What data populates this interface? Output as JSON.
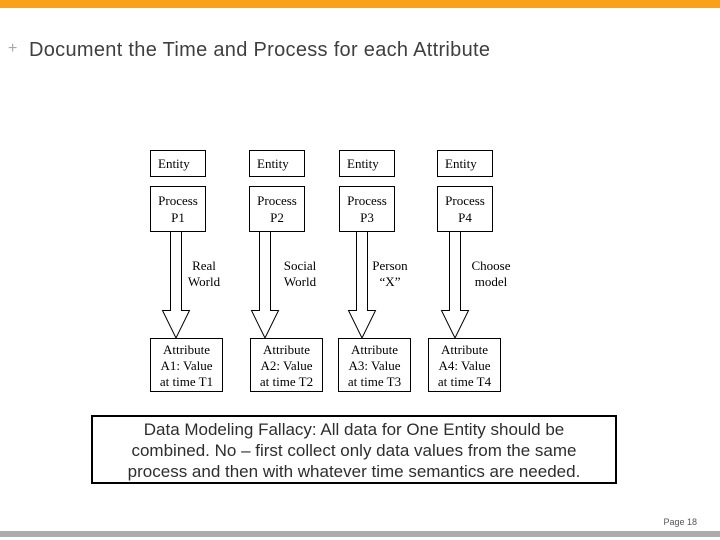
{
  "page": {
    "title_plus": "+",
    "title": "Document the Time and Process for each Attribute",
    "page_label": "Page 18"
  },
  "colors": {
    "accent_orange": "#f9a11b",
    "footer_gray": "#acacac"
  },
  "diagram": {
    "columns": [
      {
        "entity": "Entity",
        "process": [
          "Process",
          "P1"
        ],
        "arrow_label": [
          "Real",
          "World"
        ],
        "attribute": [
          "Attribute",
          "A1: Value",
          "at time T1"
        ]
      },
      {
        "entity": "Entity",
        "process": [
          "Process",
          "P2"
        ],
        "arrow_label": [
          "Social",
          "World"
        ],
        "attribute": [
          "Attribute",
          "A2: Value",
          "at time T2"
        ]
      },
      {
        "entity": "Entity",
        "process": [
          "Process",
          "P3"
        ],
        "arrow_label": [
          "Person",
          "“X”"
        ],
        "attribute": [
          "Attribute",
          "A3: Value",
          "at time T3"
        ]
      },
      {
        "entity": "Entity",
        "process": [
          "Process",
          "P4"
        ],
        "arrow_label": [
          "Choose",
          "model"
        ],
        "attribute": [
          "Attribute",
          "A4: Value",
          "at time T4"
        ]
      }
    ]
  },
  "callout": {
    "lines": [
      "Data Modeling Fallacy: All data for One Entity should be",
      "combined. No – first collect only data values from the same",
      "process and then with whatever time semantics are needed."
    ]
  }
}
